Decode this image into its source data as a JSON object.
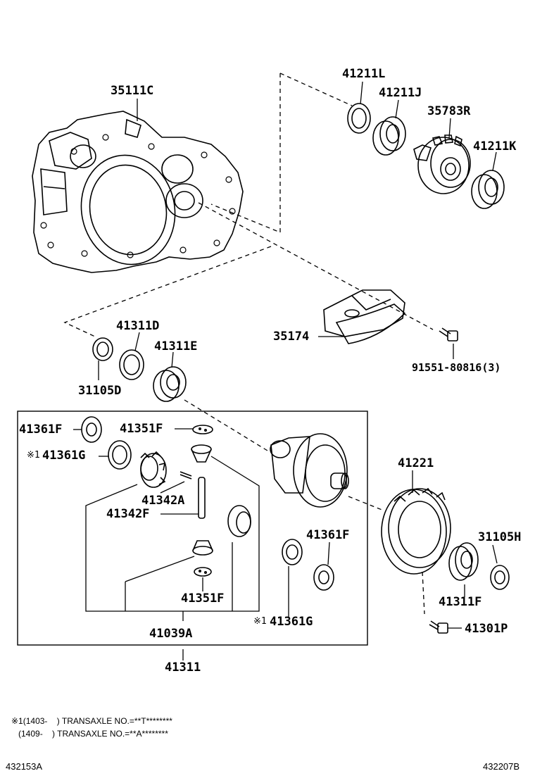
{
  "parts": {
    "p35111C": "35111C",
    "p41211L": "41211L",
    "p41211J": "41211J",
    "p35783R": "35783R",
    "p41211K": "41211K",
    "p35174": "35174",
    "p91551": "91551-80816(3)",
    "p41311D": "41311D",
    "p41311E": "41311E",
    "p31105D": "31105D",
    "p41361F_a": "41361F",
    "p41351F_a": "41351F",
    "p41361G_a": "41361G",
    "p41342A": "41342A",
    "p41342F": "41342F",
    "p41221": "41221",
    "p41361F_b": "41361F",
    "p31105H": "31105H",
    "p41351F_b": "41351F",
    "p41311F": "41311F",
    "p41361G_b": "41361G",
    "p41301P": "41301P",
    "p41039A": "41039A",
    "p41311": "41311"
  },
  "marks": {
    "note1": "※1",
    "note1_short": "※1"
  },
  "notes": {
    "line1": "※1(1403-    ) TRANSAXLE NO.=**T********",
    "line2": "   (1409-    ) TRANSAXLE NO.=**A********"
  },
  "footer": {
    "left_code": "432153A",
    "right_code": "432207B"
  }
}
